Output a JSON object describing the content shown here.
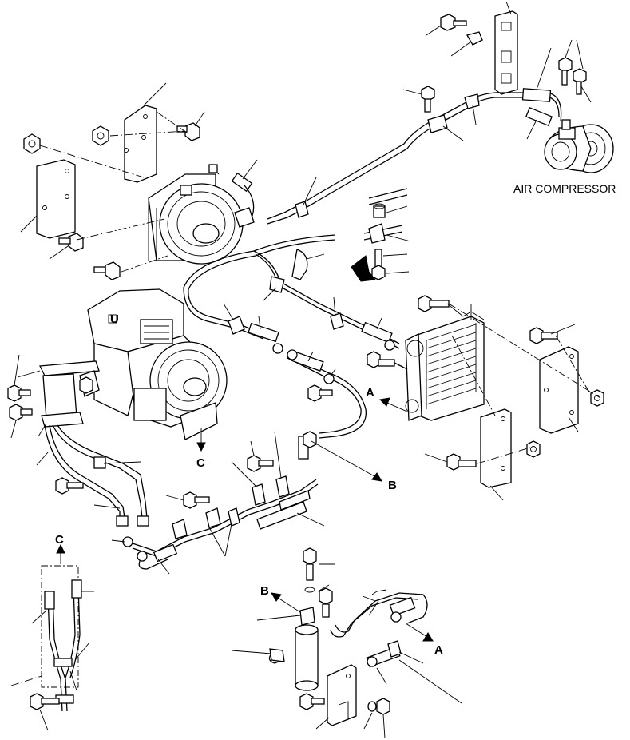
{
  "labels": {
    "air_compressor": "AIR COMPRESSOR",
    "ref_a_top": "A",
    "ref_a_bottom": "A",
    "ref_b_mid": "B",
    "ref_b_bottom": "B",
    "ref_c_mid": "C",
    "ref_c_left": "C",
    "engine_mark": "U"
  }
}
